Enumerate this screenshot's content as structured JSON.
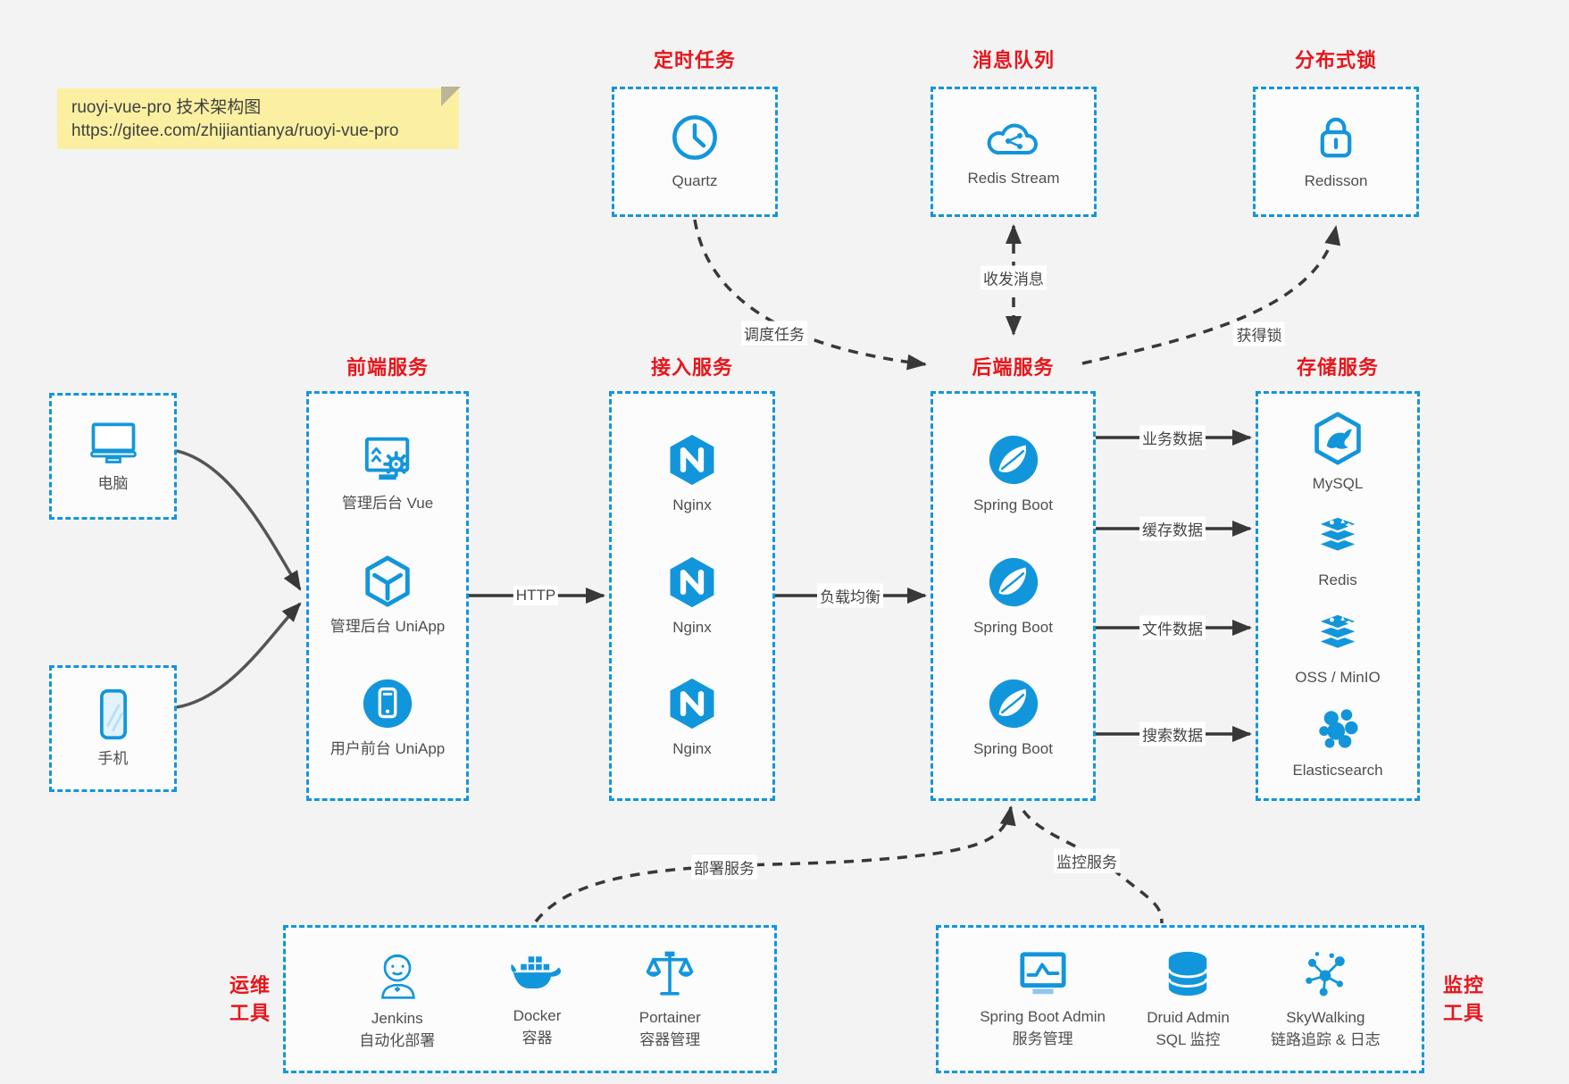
{
  "note": {
    "line1": "ruoyi-vue-pro 技术架构图",
    "line2": "https://gitee.com/zhijiantianya/ruoyi-vue-pro"
  },
  "colors": {
    "accent_blue": "#1296db",
    "title_red": "#e7161b",
    "arrow_dark": "#383838",
    "note_yellow": "#fbf0a2",
    "background": "#f3f3f4"
  },
  "top_groups": [
    {
      "title": "定时任务",
      "item": {
        "icon": "clock-icon",
        "label": "Quartz"
      }
    },
    {
      "title": "消息队列",
      "item": {
        "icon": "cloud-queue-icon",
        "label": "Redis Stream"
      }
    },
    {
      "title": "分布式锁",
      "item": {
        "icon": "padlock-icon",
        "label": "Redisson"
      }
    }
  ],
  "clients": [
    {
      "icon": "computer-icon",
      "label": "电脑"
    },
    {
      "icon": "phone-icon",
      "label": "手机"
    }
  ],
  "service_groups": [
    {
      "title": "前端服务",
      "items": [
        {
          "icon": "admin-vue-icon",
          "label": "管理后台 Vue"
        },
        {
          "icon": "uniapp-cube-icon",
          "label": "管理后台 UniApp"
        },
        {
          "icon": "user-app-icon",
          "label": "用户前台 UniApp"
        }
      ]
    },
    {
      "title": "接入服务",
      "items": [
        {
          "icon": "nginx-icon",
          "label": "Nginx"
        },
        {
          "icon": "nginx-icon",
          "label": "Nginx"
        },
        {
          "icon": "nginx-icon",
          "label": "Nginx"
        }
      ]
    },
    {
      "title": "后端服务",
      "items": [
        {
          "icon": "spring-icon",
          "label": "Spring Boot"
        },
        {
          "icon": "spring-icon",
          "label": "Spring Boot"
        },
        {
          "icon": "spring-icon",
          "label": "Spring Boot"
        }
      ]
    },
    {
      "title": "存储服务",
      "items": [
        {
          "icon": "mysql-icon",
          "label": "MySQL"
        },
        {
          "icon": "redis-stack-icon",
          "label": "Redis"
        },
        {
          "icon": "storage-stack-icon",
          "label": "OSS / MinIO"
        },
        {
          "icon": "elasticsearch-icon",
          "label": "Elasticsearch"
        }
      ]
    }
  ],
  "bottom_groups": [
    {
      "side_label_line1": "运维",
      "side_label_line2": "工具",
      "items": [
        {
          "icon": "jenkins-icon",
          "label": "Jenkins",
          "sublabel": "自动化部署"
        },
        {
          "icon": "docker-icon",
          "label": "Docker",
          "sublabel": "容器"
        },
        {
          "icon": "portainer-icon",
          "label": "Portainer",
          "sublabel": "容器管理"
        }
      ]
    },
    {
      "side_label_line1": "监控",
      "side_label_line2": "工具",
      "items": [
        {
          "icon": "spring-boot-admin-icon",
          "label": "Spring Boot Admin",
          "sublabel": "服务管理"
        },
        {
          "icon": "druid-icon",
          "label": "Druid Admin",
          "sublabel": "SQL 监控"
        },
        {
          "icon": "skywalking-icon",
          "label": "SkyWalking",
          "sublabel": "链路追踪 & 日志"
        }
      ]
    }
  ],
  "edges": {
    "http": {
      "label": "HTTP"
    },
    "load_balance": {
      "label": "负载均衡"
    },
    "schedule_task": {
      "label": "调度任务"
    },
    "send_receive_message": {
      "label": "收发消息"
    },
    "acquire_lock": {
      "label": "获得锁"
    },
    "business_data": {
      "label": "业务数据"
    },
    "cache_data": {
      "label": "缓存数据"
    },
    "file_data": {
      "label": "文件数据"
    },
    "search_data": {
      "label": "搜索数据"
    },
    "deploy_service": {
      "label": "部署服务"
    },
    "monitor_service": {
      "label": "监控服务"
    }
  }
}
